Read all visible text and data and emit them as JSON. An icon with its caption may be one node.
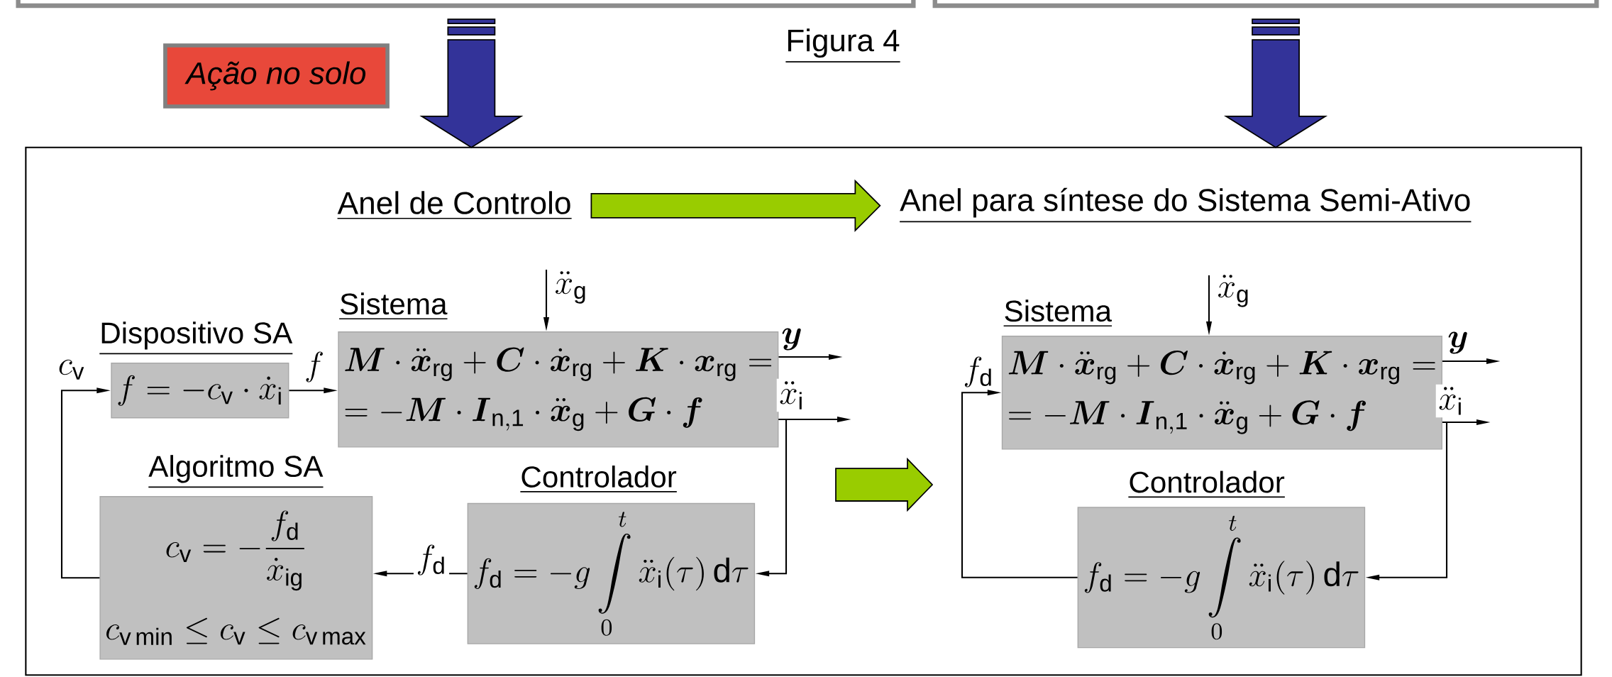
{
  "diagram": {
    "nodes": [
      {
        "text": [],
        "shape": "box"
      },
      {
        "text": [],
        "shape": "box"
      },
      {
        "text": [
          "Ação no solo"
        ]
      },
      {
        "text": [],
        "shape": "box"
      },
      {
        "text": [
          "Anel de Controlo"
        ],
        "in": 3
      },
      {
        "text": [
          "Anel para síntese do Sistema Semi-Ativo"
        ],
        "in": 3
      },
      {
        "text": [
          "Dispositivo SA",
          "f=-c_{\\mathrm{v}}\\cdot\\dot{x}_{\\mathrm{i}}"
        ],
        "in": 3
      },
      {
        "text": [
          "Sistema",
          "\\boldsymbol{M}\\cdot\\ddot{\\boldsymbol{x}}_{\\mathrm{rg}}+\\boldsymbol{C}\\cdot\\dot{\\boldsymbol{x}}_{\\mathrm{rg}}+\\boldsymbol{K}\\cdot\\boldsymbol{x}_{\\mathrm{rg}}=",
          "=-\\boldsymbol{M}\\cdot\\boldsymbol{I}_{\\mathrm{n,1}}\\cdot\\ddot{\\boldsymbol{x}}_{\\mathrm{g}}+\\boldsymbol{G}\\cdot\\boldsymbol{f}"
        ],
        "in": 3
      },
      {
        "text": [
          "Algoritmo SA",
          "c_{\\mathrm{v}}=-\\frac{f_{\\mathrm{d}}}{\\dot{x}_{\\mathrm{ig}}}",
          "c_{\\mathrm{v\\,min}}\\le c_{\\mathrm{v}}\\le c_{\\mathrm{v\\,max}}"
        ],
        "in": 3
      },
      {
        "text": [
          "Controlador",
          "f_{\\mathrm{d}}=-g\\int\\limits_{0}^{t}\\ddot{x}_{\\mathrm{i}}(\\tau)\\,\\mathrm{d}\\tau"
        ],
        "in": 3
      },
      {
        "text": [
          "Sistema",
          "\\boldsymbol{M}\\cdot\\ddot{\\boldsymbol{x}}_{\\mathrm{rg}}+\\boldsymbol{C}\\cdot\\dot{\\boldsymbol{x}}_{\\mathrm{rg}}+\\boldsymbol{K}\\cdot\\boldsymbol{x}_{\\mathrm{rg}}=",
          "=-\\boldsymbol{M}\\cdot\\boldsymbol{I}_{\\mathrm{n,1}}\\cdot\\ddot{\\boldsymbol{x}}_{\\mathrm{g}}+\\boldsymbol{G}\\cdot\\boldsymbol{f}"
        ],
        "in": 3
      },
      {
        "text": [
          "Controlador",
          "f_{\\mathrm{d}}=-g\\int\\limits_{0}^{t}\\ddot{x}_{\\mathrm{i}}(\\tau)\\,\\mathrm{d}\\tau"
        ],
        "in": 3
      }
    ],
    "edges": [
      {
        "from": 0,
        "to": 3,
        "arrow": "to",
        "style": "thick",
        "color": "#333399"
      },
      {
        "from": 1,
        "to": 3,
        "arrow": "to",
        "style": "thick",
        "color": "#333399"
      },
      {
        "from": 4,
        "to": 5,
        "arrow": "to",
        "style": "thick",
        "color": "#99cc00"
      },
      {
        "from": null,
        "to": 7,
        "arrow": "to",
        "label": "\\ddot{x}_{\\mathrm{g}}"
      },
      {
        "from": 6,
        "to": 7,
        "arrow": "to",
        "label": "f"
      },
      {
        "from": 7,
        "to": null,
        "arrow": "to",
        "label": "\\boldsymbol{y}"
      },
      {
        "from": 7,
        "to": null,
        "arrow": "to",
        "label": "\\ddot{x}_{\\mathrm{i}}"
      },
      {
        "from": 7,
        "to": 9,
        "arrow": "to"
      },
      {
        "from": 9,
        "to": 8,
        "arrow": "to",
        "label": "f_{\\mathrm{d}}"
      },
      {
        "from": 8,
        "to": 6,
        "arrow": "to",
        "label": "c_{\\mathrm{v}}"
      },
      {
        "from": null,
        "to": 10,
        "arrow": "to",
        "label": "\\ddot{x}_{\\mathrm{g}}"
      },
      {
        "from": 10,
        "to": null,
        "arrow": "to",
        "label": "\\boldsymbol{y}"
      },
      {
        "from": 10,
        "to": null,
        "arrow": "to",
        "label": "\\ddot{x}_{\\mathrm{i}}"
      },
      {
        "from": 10,
        "to": 11,
        "arrow": "to"
      },
      {
        "from": 11,
        "to": 10,
        "arrow": "to",
        "label": "f_{\\mathrm{d}}"
      }
    ],
    "labels": [
      "Figura 4"
    ]
  }
}
